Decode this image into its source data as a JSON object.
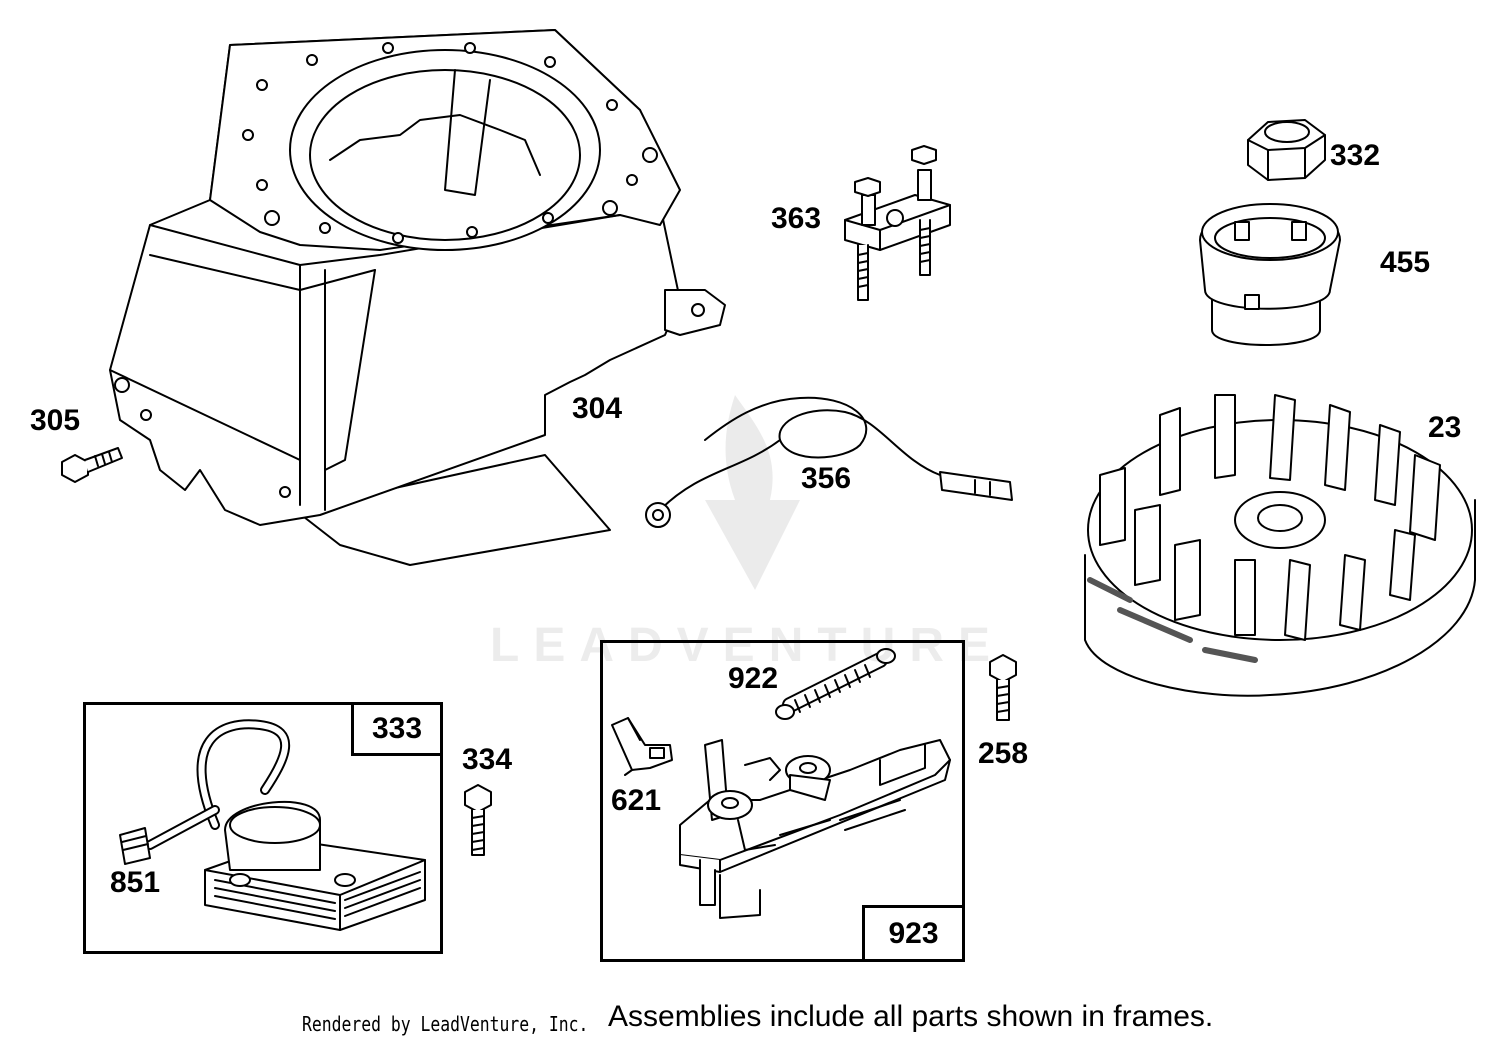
{
  "diagram": {
    "parts": [
      {
        "id": "blower-housing",
        "label": "304"
      },
      {
        "id": "screw-305",
        "label": "305"
      },
      {
        "id": "terminal-bracket",
        "label": "363"
      },
      {
        "id": "ground-wire",
        "label": "356"
      },
      {
        "id": "flywheel-nut",
        "label": "332"
      },
      {
        "id": "starter-cup",
        "label": "455"
      },
      {
        "id": "flywheel",
        "label": "23"
      },
      {
        "id": "screw-334",
        "label": "334"
      },
      {
        "id": "screw-258",
        "label": "258"
      },
      {
        "id": "governor-spring",
        "label": "922"
      },
      {
        "id": "link-clip",
        "label": "621"
      },
      {
        "id": "spark-plug-boot",
        "label": "851"
      }
    ],
    "frames": [
      {
        "id": "armature-assembly",
        "label": "333"
      },
      {
        "id": "control-bracket-assembly",
        "label": "923"
      }
    ],
    "watermark": "LEADVENTURE"
  },
  "footer": {
    "credit": "Rendered by LeadVenture, Inc.",
    "note": "Assemblies include all parts shown in frames."
  }
}
